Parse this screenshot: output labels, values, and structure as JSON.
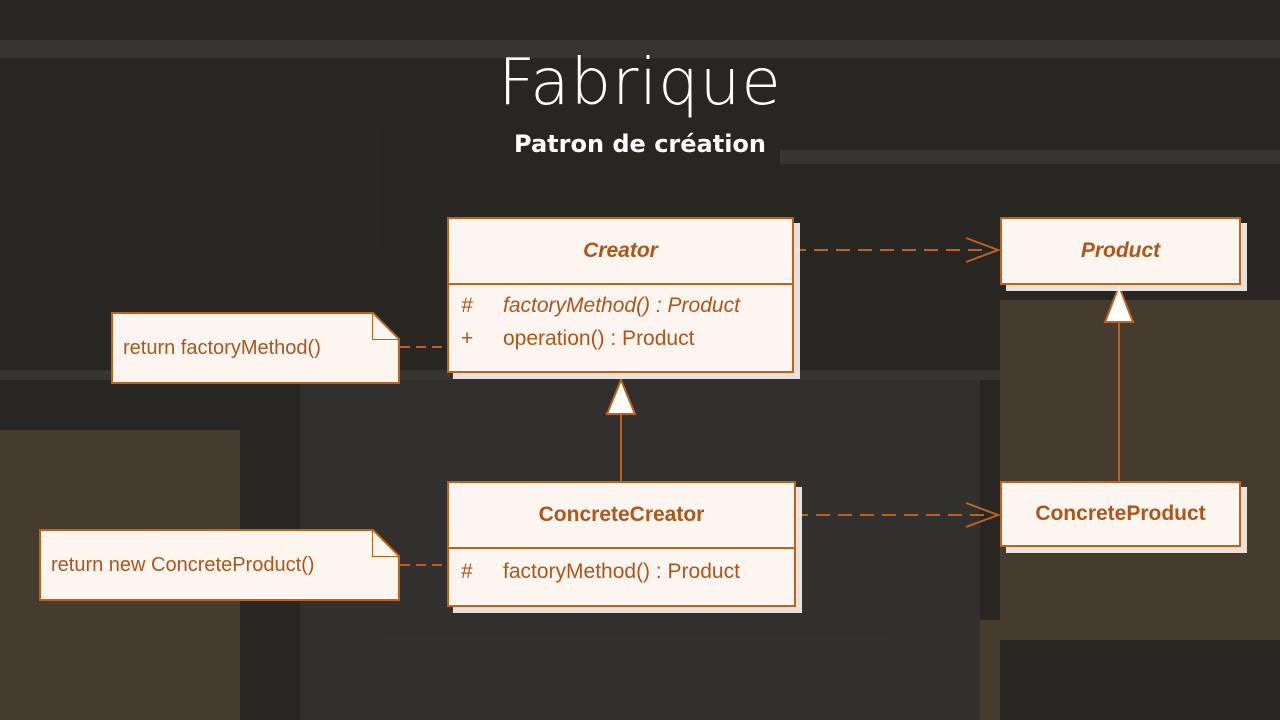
{
  "title": "Fabrique",
  "subtitle": "Patron de création",
  "colors": {
    "accent": "#c0621c",
    "box_fill": "#fdf5ef"
  },
  "classes": {
    "creator": {
      "name": "Creator",
      "members": [
        {
          "vis": "#",
          "text": "factoryMethod() : Product"
        },
        {
          "vis": "+",
          "text": "operation() : Product"
        }
      ]
    },
    "product": {
      "name": "Product"
    },
    "concrete_creator": {
      "name": "ConcreteCreator",
      "members": [
        {
          "vis": "#",
          "text": "factoryMethod() : Product"
        }
      ]
    },
    "concrete_product": {
      "name": "ConcreteProduct"
    }
  },
  "notes": {
    "creator_note": "return factoryMethod()",
    "concrete_note": "return new ConcreteProduct()"
  }
}
